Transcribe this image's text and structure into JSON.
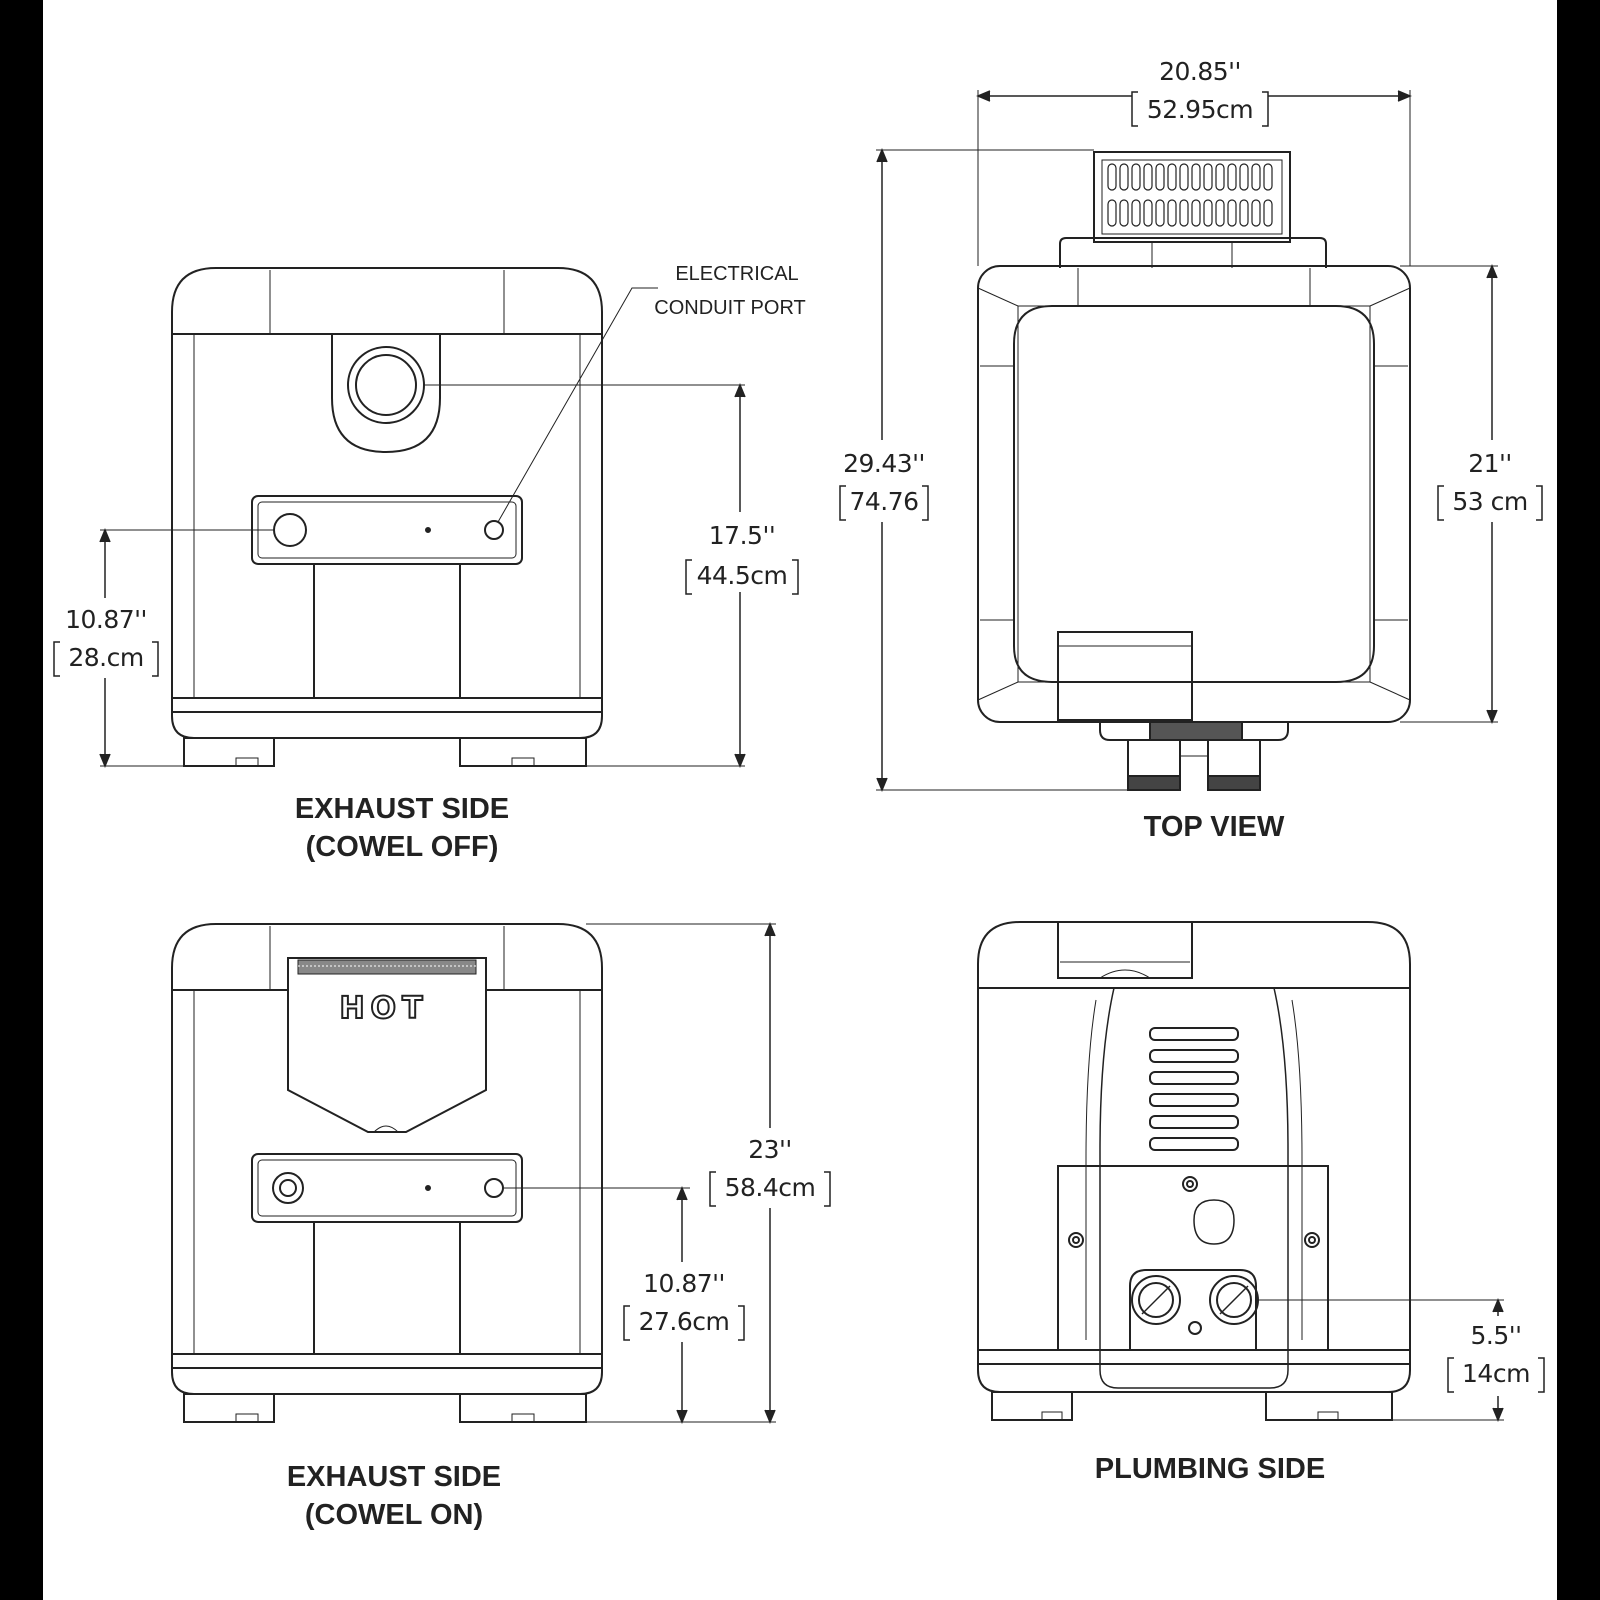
{
  "colors": {
    "background": "#000000",
    "paper": "#ffffff",
    "ink": "#222222"
  },
  "views": {
    "exhaust_off": {
      "title_line1": "EXHAUST SIDE",
      "title_line2": "(COWEL OFF)"
    },
    "top": {
      "title": "TOP VIEW"
    },
    "exhaust_on": {
      "title_line1": "EXHAUST SIDE",
      "title_line2": "(COWEL ON)",
      "hot_label": "HOT"
    },
    "plumbing": {
      "title": "PLUMBING SIDE"
    }
  },
  "callouts": {
    "electrical_line1": "ELECTRICAL",
    "electrical_line2": "CONDUIT PORT"
  },
  "dimensions": {
    "top_width": {
      "inch": "20.85''",
      "metric": "52.95cm"
    },
    "top_length": {
      "inch": "29.43''",
      "metric": "74.76"
    },
    "top_body": {
      "inch": "21''",
      "metric": "53 cm"
    },
    "exhaust_off_flue": {
      "inch": "17.5''",
      "metric": "44.5cm"
    },
    "exhaust_off_conduit": {
      "inch": "10.87''",
      "metric": "28.cm"
    },
    "exhaust_on_height": {
      "inch": "23''",
      "metric": "58.4cm"
    },
    "exhaust_on_conduit": {
      "inch": "10.87''",
      "metric": "27.6cm"
    },
    "plumbing_connection": {
      "inch": "5.5''",
      "metric": "14cm"
    }
  }
}
